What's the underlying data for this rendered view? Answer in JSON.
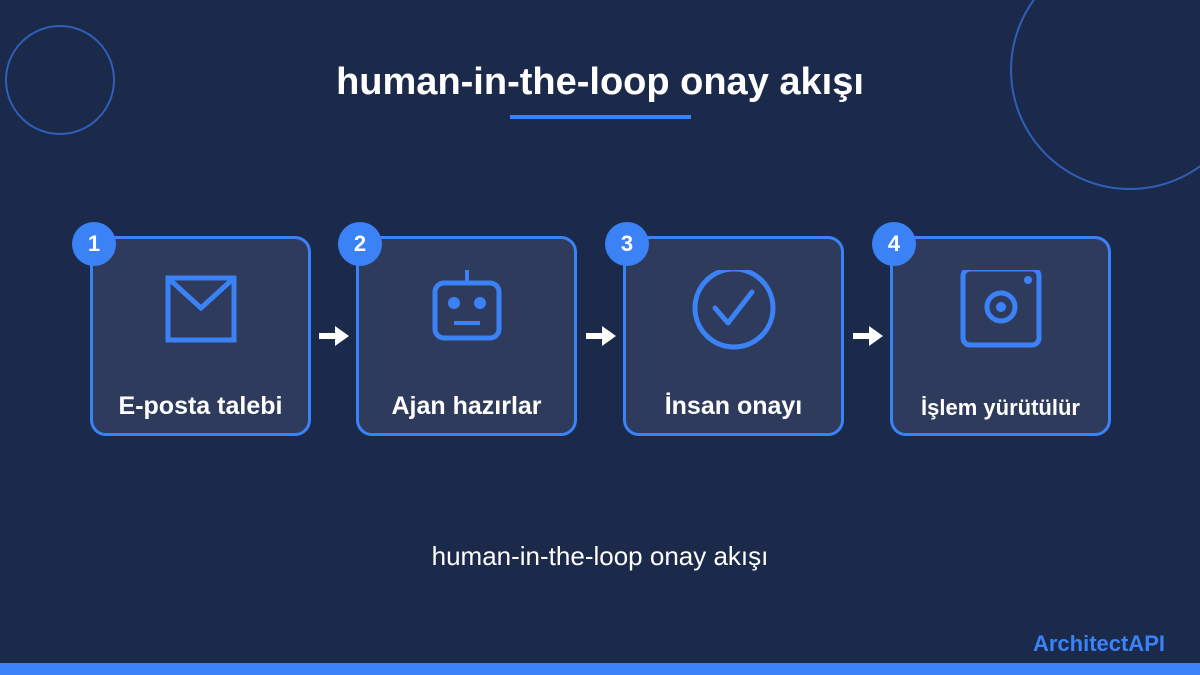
{
  "title": "human-in-the-loop onay akışı",
  "caption": "human-in-the-loop onay akışı",
  "brand": "ArchitectAPI",
  "colors": {
    "background": "#1b2a4a",
    "accent": "#3b82f6",
    "card": "#2e3b5c",
    "text": "#ffffff"
  },
  "steps": [
    {
      "number": "1",
      "label": "E-posta talebi",
      "icon": "envelope-icon"
    },
    {
      "number": "2",
      "label": "Ajan hazırlar",
      "icon": "robot-icon"
    },
    {
      "number": "3",
      "label": "İnsan onayı",
      "icon": "check-circle-icon"
    },
    {
      "number": "4",
      "label": "İşlem yürütülür",
      "icon": "instagram-icon"
    }
  ]
}
